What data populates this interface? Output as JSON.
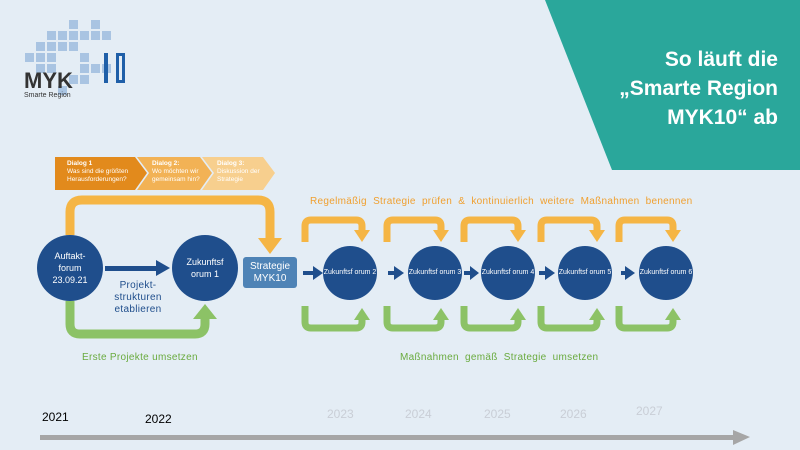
{
  "logo": {
    "number": "10",
    "name": "MYK",
    "subtitle": "Smarte Region"
  },
  "title": {
    "line1": "So läuft die",
    "line2": "„Smarte Region",
    "line3": "MYK10“ ab"
  },
  "dialogs": [
    {
      "title": "Dialog 1",
      "text": "Was sind die größten Herausforderungen?"
    },
    {
      "title": "Dialog 2:",
      "text": "Wo möchten wir gemeinsam hin?"
    },
    {
      "title": "Dialog 3:",
      "text": "Diskussion der Strategie"
    }
  ],
  "nodes": {
    "kickoff": "Auftakt-forum 23.09.21",
    "forum1": "Zukunftsf orum 1",
    "strategy": "Strategie MYK10",
    "forums": [
      "Zukunftsf orum 2",
      "Zukunftsf orum 3",
      "Zukunftsf orum 4",
      "Zukunftsf orum 5",
      "Zukunftsf orum 6"
    ]
  },
  "labels": {
    "structures": "Projekt-strukturen etablieren",
    "first_projects": "Erste Projekte  umsetzen",
    "review": "Regelmäßig  Strategie  prüfen  &  kontinuierlich  weitere  Maßnahmen  benennen",
    "measures": "Maßnahmen  gemäß  Strategie  umsetzen"
  },
  "timeline": [
    "2021",
    "2022",
    "2023",
    "2024",
    "2025",
    "2026",
    "2027"
  ],
  "colors": {
    "teal": "#2aa79b",
    "navy": "#1f4e8c",
    "orange": "#f5b544",
    "green": "#8cc266"
  }
}
